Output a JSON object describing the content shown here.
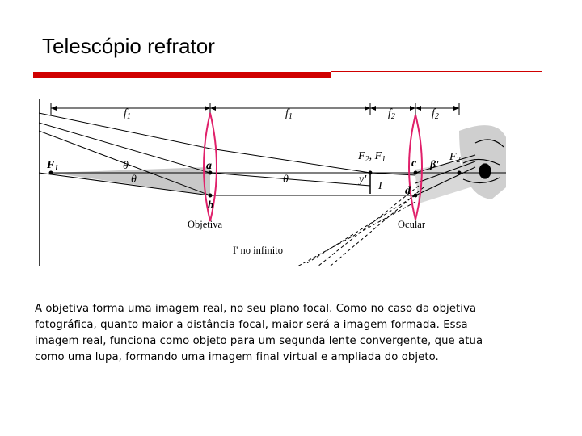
{
  "slide": {
    "title": "Telescópio refrator"
  },
  "diagram": {
    "labels": {
      "f1_left": "f",
      "f1_left_sub": "1",
      "f1_right": "f",
      "f1_right_sub": "1",
      "f2_left": "f",
      "f2_left_sub": "2",
      "f2_right": "f",
      "f2_right_sub": "2",
      "F1": "F",
      "F1_sub": "1",
      "theta_1": "θ",
      "theta_2": "θ",
      "theta_3": "θ",
      "point_a": "a",
      "point_b": "b",
      "point_c": "c",
      "point_d": "d",
      "F2_F1p": "F",
      "F2_F1p_sub": "2",
      "F2_F1p_rest": ", F",
      "F2_F1p_rest_sub": "1",
      "F2p": "F",
      "F2p_sub": "2",
      "y_prime": "y'",
      "I": "I",
      "beta_prime": "β'",
      "objective_label": "Objetiva",
      "ocular_label": "Ocular",
      "infinity_label": "I' no infinito"
    }
  },
  "caption": {
    "lines": [
      "A objetiva forma uma imagem real, no seu plano focal. Como no caso da objetiva",
      "fotográfica, quanto maior a distância focal, maior será a imagem formada. Essa",
      "imagem real, funciona como objeto para um segunda lente convergente, que atua",
      "como uma lupa, formando uma imagem final virtual e ampliada do objeto."
    ]
  },
  "colors": {
    "accent_red": "#d00000",
    "lens_magenta": "#e0206a",
    "shade_gray": "#c8c8c8"
  }
}
